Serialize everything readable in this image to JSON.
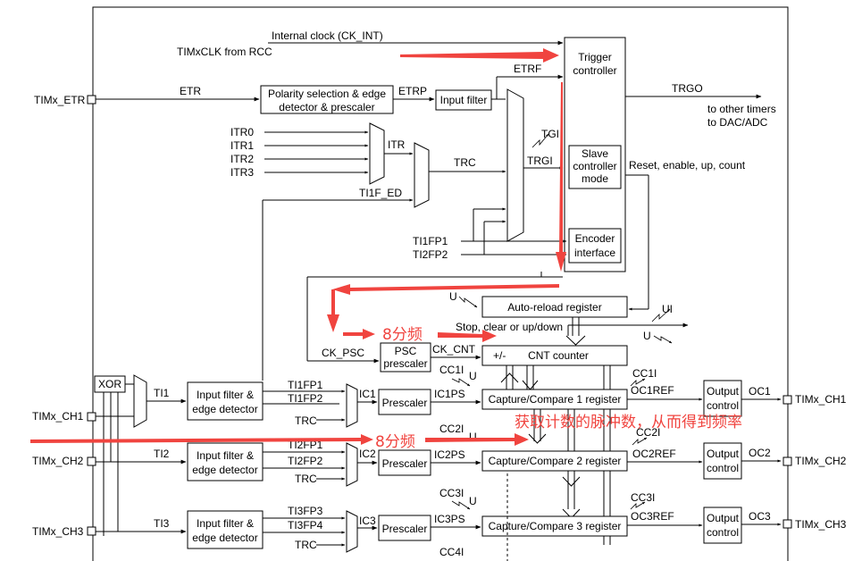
{
  "colors": {
    "annotation_red": "#f0443f",
    "line": "#000000",
    "background": "#ffffff"
  },
  "signals": {
    "internal_clock": "Internal clock (CK_INT)",
    "timxclk": "TIMxCLK from RCC",
    "timx_etr": "TIMx_ETR",
    "etr": "ETR",
    "etrp": "ETRP",
    "etrf": "ETRF",
    "trgo": "TRGO",
    "to_other_timers_1": "to other timers",
    "to_other_timers_2": "to DAC/ADC",
    "itr0": "ITR0",
    "itr1": "ITR1",
    "itr2": "ITR2",
    "itr3": "ITR3",
    "itr": "ITR",
    "trc": "TRC",
    "tgi": "TGI",
    "trgi": "TRGI",
    "ti1f_ed": "TI1F_ED",
    "ti1fp1": "TI1FP1",
    "ti2fp2": "TI2FP2",
    "reset_enable": "Reset, enable, up, count",
    "u": "U",
    "ui": "UI",
    "stop_clear": "Stop, clear or up/down",
    "ck_psc": "CK_PSC",
    "ck_cnt": "CK_CNT",
    "xor": "XOR",
    "ti1": "TI1",
    "ti2": "TI2",
    "ti3": "TI3",
    "timx_ch1": "TIMx_CH1",
    "timx_ch2": "TIMx_CH2",
    "timx_ch3": "TIMx_CH3",
    "ch1_ti1fp1": "TI1FP1",
    "ch1_ti1fp2": "TI1FP2",
    "ch2_ti2fp1": "TI2FP1",
    "ch2_ti2fp2": "TI2FP2",
    "ch3_ti3fp3": "TI3FP3",
    "ch3_ti3fp4": "TI3FP4",
    "ic1": "IC1",
    "ic2": "IC2",
    "ic3": "IC3",
    "ic1ps": "IC1PS",
    "ic2ps": "IC2PS",
    "ic3ps": "IC3PS",
    "cc1i": "CC1I",
    "cc2i": "CC2I",
    "cc3i": "CC3I",
    "cc4i": "CC4I",
    "oc1ref": "OC1REF",
    "oc2ref": "OC2REF",
    "oc3ref": "OC3REF",
    "oc1": "OC1",
    "oc2": "OC2",
    "oc3": "OC3",
    "timx_ch1_out": "TIMx_CH1",
    "timx_ch2_out": "TIMx_CH2",
    "timx_ch3_out": "TIMx_CH3",
    "plus_minus": "+/-"
  },
  "blocks": {
    "trigger_controller": [
      "Trigger",
      "controller"
    ],
    "slave_controller": [
      "Slave",
      "controller",
      "mode"
    ],
    "encoder_interface": [
      "Encoder",
      "interface"
    ],
    "polarity": [
      "Polarity selection & edge",
      "detector & prescaler"
    ],
    "input_filter": "Input filter",
    "auto_reload": "Auto-reload register",
    "psc": [
      "PSC",
      "prescaler"
    ],
    "cnt_counter": "CNT counter",
    "input_filter_edge": [
      "Input filter &",
      "edge detector"
    ],
    "prescaler": "Prescaler",
    "capture_compare_1": "Capture/Compare 1 register",
    "capture_compare_2": "Capture/Compare 2 register",
    "capture_compare_3": "Capture/Compare 3 register",
    "output_control": [
      "Output",
      "control"
    ]
  },
  "annotations": {
    "div8_a": "8分频",
    "div8_b": "8分频",
    "capture_note": "获取计数的脉冲数，从而得到频率"
  }
}
